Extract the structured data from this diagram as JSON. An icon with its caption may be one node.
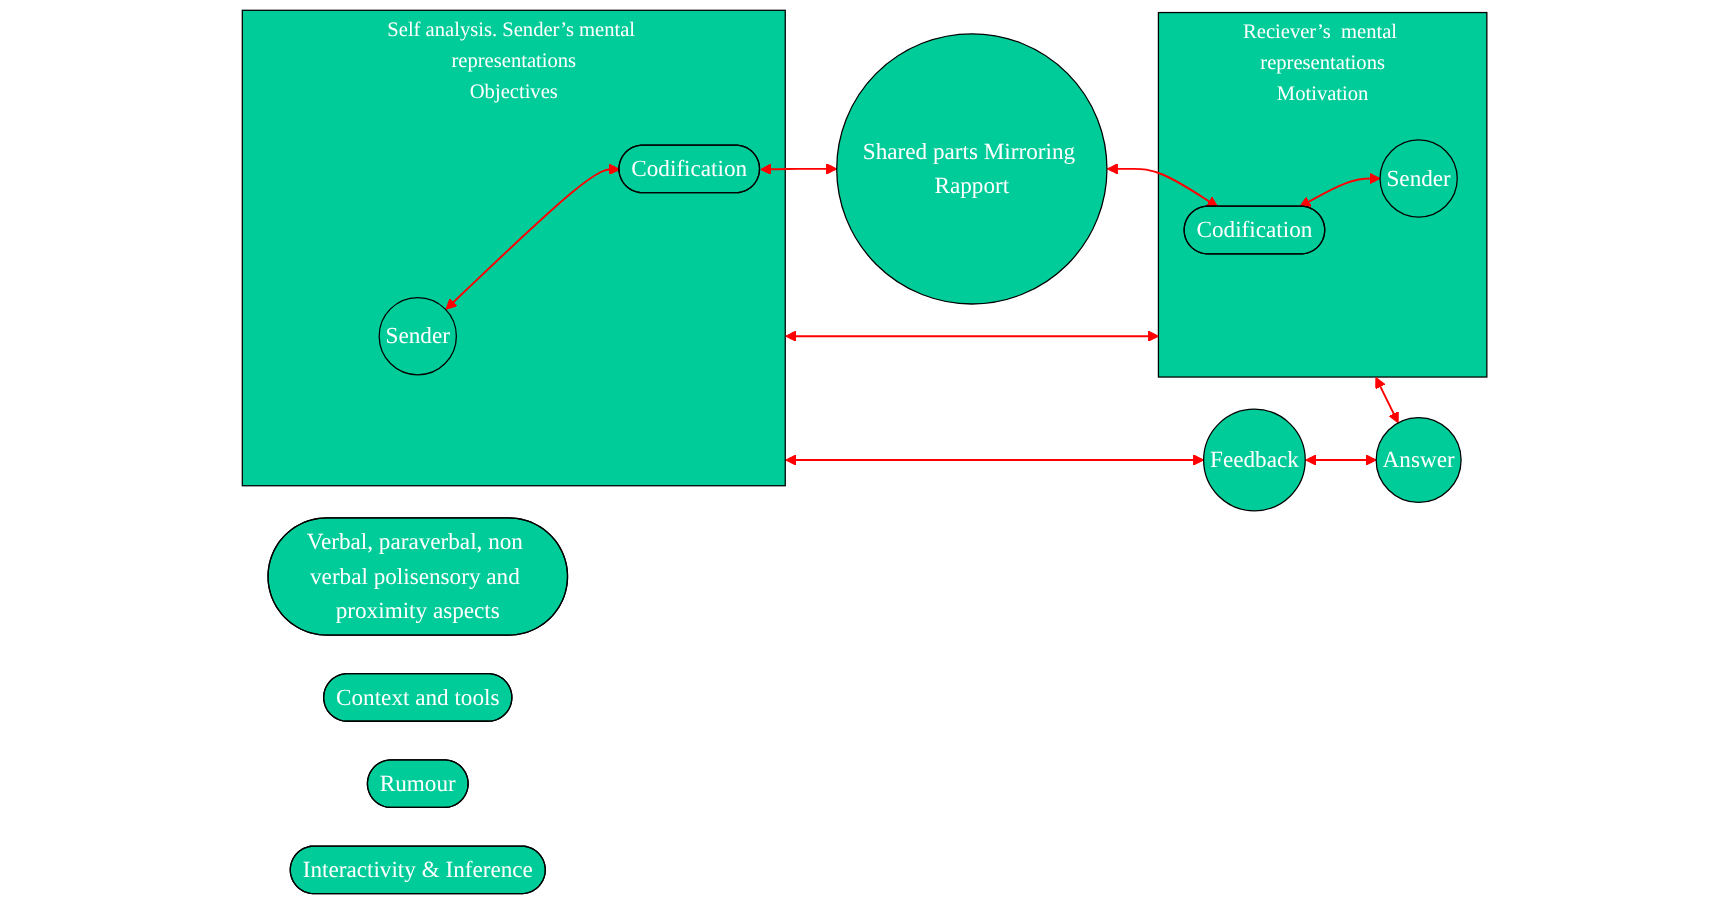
{
  "diagram": {
    "nodes": [
      {
        "text": [
          "Verbal, paraverbal, non verbal polisensory and proximity aspects"
        ]
      },
      {
        "text": [
          "Self analysis. Sender’s mental representations",
          "Objectives"
        ]
      },
      {
        "text": [
          "Sender"
        ],
        "in": 1
      },
      {
        "text": [
          "Codification"
        ],
        "in": 1
      },
      {
        "text": [
          "Shared parts Mirroring Rapport"
        ]
      },
      {
        "text": [
          "Reciever’s  mental representations",
          "Motivation"
        ]
      },
      {
        "text": [
          "Codification"
        ],
        "in": 5
      },
      {
        "text": [
          "Sender"
        ],
        "in": 5
      },
      {
        "text": [
          "Context and tools"
        ]
      },
      {
        "text": [
          "Rumour"
        ]
      },
      {
        "text": [
          "Feedback"
        ]
      },
      {
        "text": [
          "Answer"
        ]
      },
      {
        "text": [
          "Interactivity & Inference"
        ]
      }
    ],
    "edges": [
      {
        "from": 2,
        "to": 3,
        "arrow": "both"
      },
      {
        "from": 3,
        "to": 4,
        "arrow": "both"
      },
      {
        "from": 4,
        "to": 6,
        "arrow": "both"
      },
      {
        "from": 6,
        "to": 7,
        "arrow": "both"
      },
      {
        "from": 1,
        "to": 5,
        "arrow": "both"
      },
      {
        "from": 1,
        "to": 10,
        "arrow": "both"
      },
      {
        "from": 5,
        "to": 11,
        "arrow": "both"
      },
      {
        "from": 10,
        "to": 11,
        "arrow": "both"
      }
    ]
  }
}
